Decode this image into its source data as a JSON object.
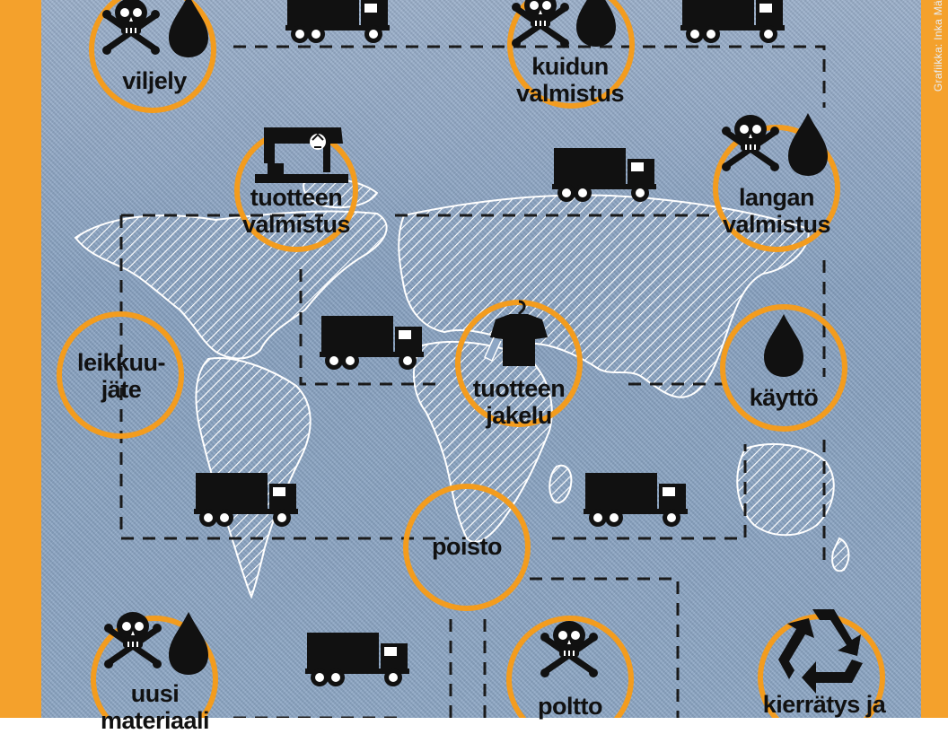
{
  "credit": "Grafiikka: Inka Mä",
  "stages": {
    "viljely": "viljely",
    "kuidun_valmistus": "kuidun\nvalmistus",
    "tuotteen_valmistus": "tuotteen\nvalmistus",
    "langan_valmistus": "langan\nvalmistus",
    "leikkuujate": "leikkuu-\njäte",
    "tuotteen_jakelu": "tuotteen\njakelu",
    "kaytto": "käyttö",
    "poisto": "poisto",
    "uusi_materiaali": "uusi\nmateriaali",
    "poltto": "poltto",
    "kierratys": "kierrätys ja"
  },
  "colors": {
    "ring": "#f39c1e",
    "ink": "#111111",
    "denim": "#8da6c4"
  },
  "icons": [
    "skull-crossbones-icon",
    "water-drop-icon",
    "truck-icon",
    "sewing-machine-icon",
    "shirt-on-hanger-icon",
    "recycle-icon"
  ]
}
